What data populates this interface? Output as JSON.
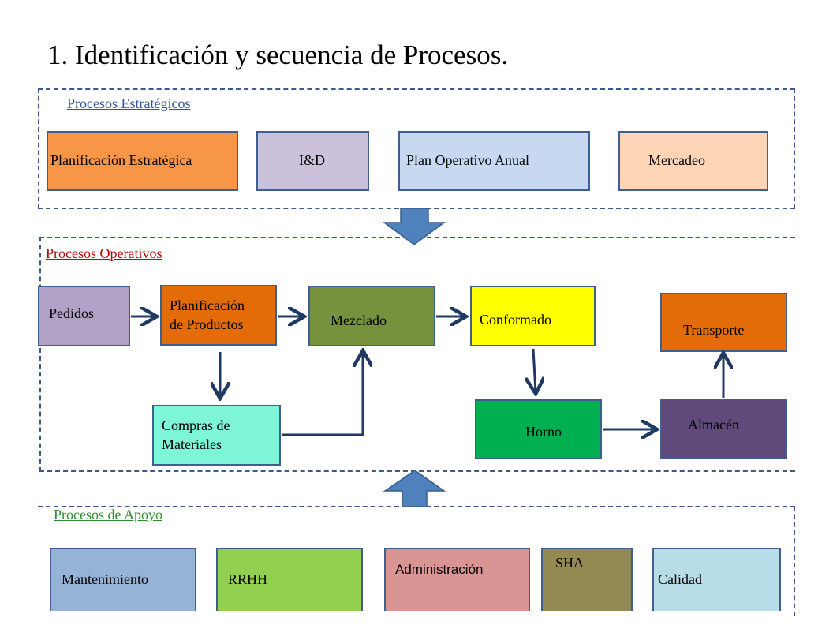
{
  "title": "1. Identificación  y secuencia de Procesos.",
  "sections": {
    "strategic": {
      "label": "Procesos Estratégicos",
      "color": "#2e5597"
    },
    "operative": {
      "label": "Procesos Operativos",
      "color": "#c00000"
    },
    "support": {
      "label": "Procesos de Apoyo",
      "color": "#2e8b2e"
    }
  },
  "strategic": {
    "planificacion": {
      "label": "Planificación Estratégica",
      "color": "#f79646"
    },
    "id": {
      "label": "I&D",
      "color": "#ccc1da"
    },
    "poa": {
      "label": "Plan Operativo Anual",
      "color": "#c6d9f0"
    },
    "mercadeo": {
      "label": "Mercadeo",
      "color": "#fbd5b5"
    }
  },
  "operative": {
    "pedidos": {
      "label": "Pedidos",
      "color": "#b2a1c7"
    },
    "planif_productos": {
      "line1": "Planificación",
      "line2": "de Productos",
      "color": "#e36c09"
    },
    "mezclado": {
      "label": "Mezclado",
      "color": "#76923c"
    },
    "conformado": {
      "label": "Conformado",
      "color": "#ffff00"
    },
    "transporte": {
      "label": "Transporte",
      "color": "#e36c09"
    },
    "compras": {
      "line1": "Compras de",
      "line2": "Materiales",
      "color": "#7ff5d8"
    },
    "horno": {
      "label": "Horno",
      "color": "#00b050"
    },
    "almacen": {
      "label": "Almacén",
      "color": "#604a7b"
    }
  },
  "support": {
    "mantenimiento": {
      "label": "Mantenimiento",
      "color": "#95b3d7"
    },
    "rrhh": {
      "label": "RRHH",
      "color": "#92d050"
    },
    "administracion": {
      "label": "Administración",
      "color": "#d99594"
    },
    "sha": {
      "label": "SHA",
      "color": "#938953"
    },
    "calidad": {
      "label": "Calidad",
      "color": "#b7dde8"
    }
  },
  "colors": {
    "arrow_line": "#1f3864",
    "big_arrow": "#4f81bd",
    "big_arrow_border": "#385d8a"
  }
}
